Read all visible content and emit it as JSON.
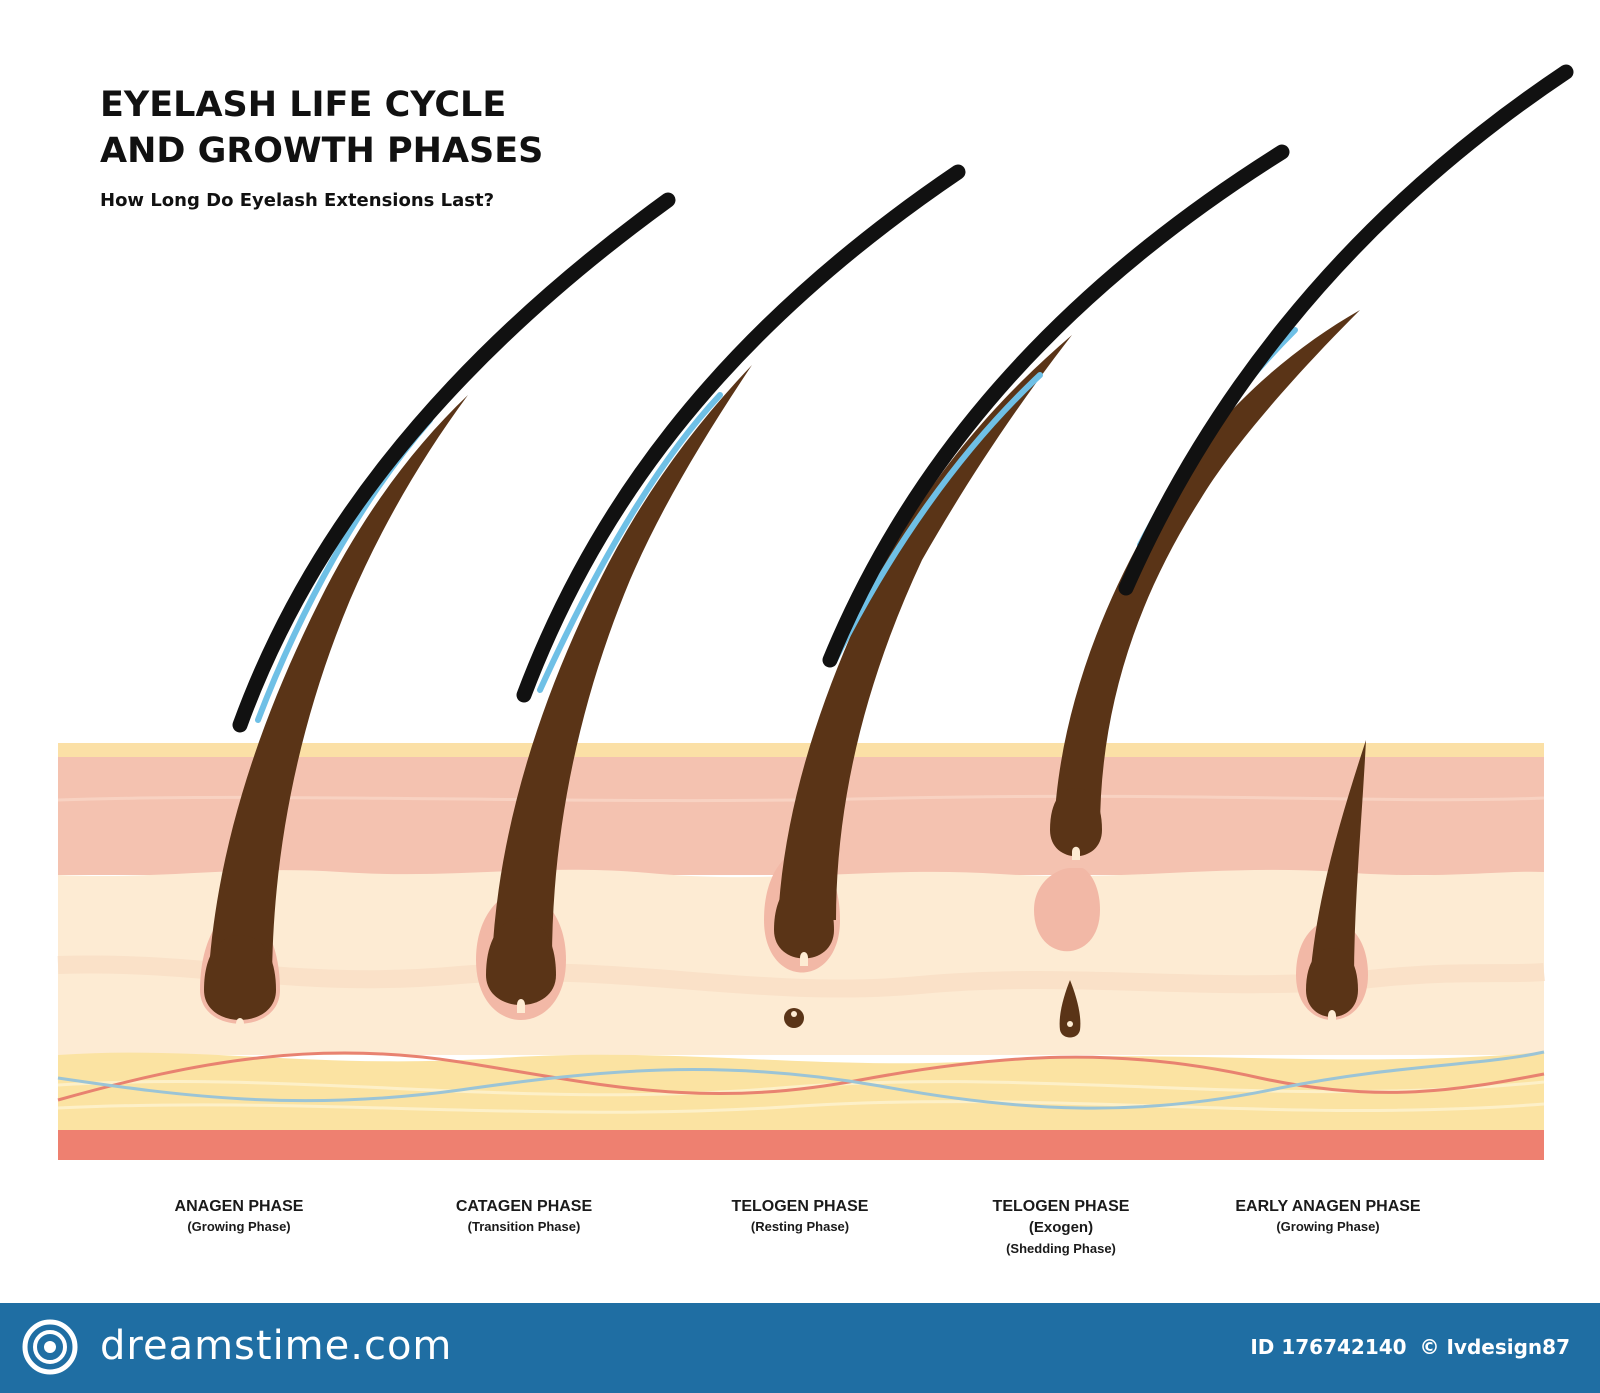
{
  "header": {
    "title_line1": "EYELASH LIFE CYCLE",
    "title_line2": "AND GROWTH PHASES",
    "subtitle": "How Long Do Eyelash Extensions Last?"
  },
  "phases": [
    {
      "name": "ANAGEN PHASE",
      "sub": "(Growing Phase)"
    },
    {
      "name": "CATAGEN PHASE",
      "sub": "(Transition Phase)"
    },
    {
      "name": "TELOGEN PHASE",
      "sub": "(Resting Phase)"
    },
    {
      "name": "TELOGEN PHASE",
      "extra": "(Exogen)",
      "sub": "(Shedding Phase)"
    },
    {
      "name": "EARLY ANAGEN PHASE",
      "sub": "(Growing Phase)"
    }
  ],
  "footer": {
    "brand": "dreamstime.com",
    "id_text": "ID 176742140",
    "credit": "© Ivdesign87"
  },
  "colors": {
    "hair": "#5a3417",
    "extension": "#111111",
    "glue": "#6fc0e6",
    "epidermis_top": "#fbe0a6",
    "dermis": "#f4c2b0",
    "subcutis": "#fdebd3",
    "fat": "#fbe3a2",
    "muscle": "#ee8070",
    "footer": "#1f6ea3"
  }
}
